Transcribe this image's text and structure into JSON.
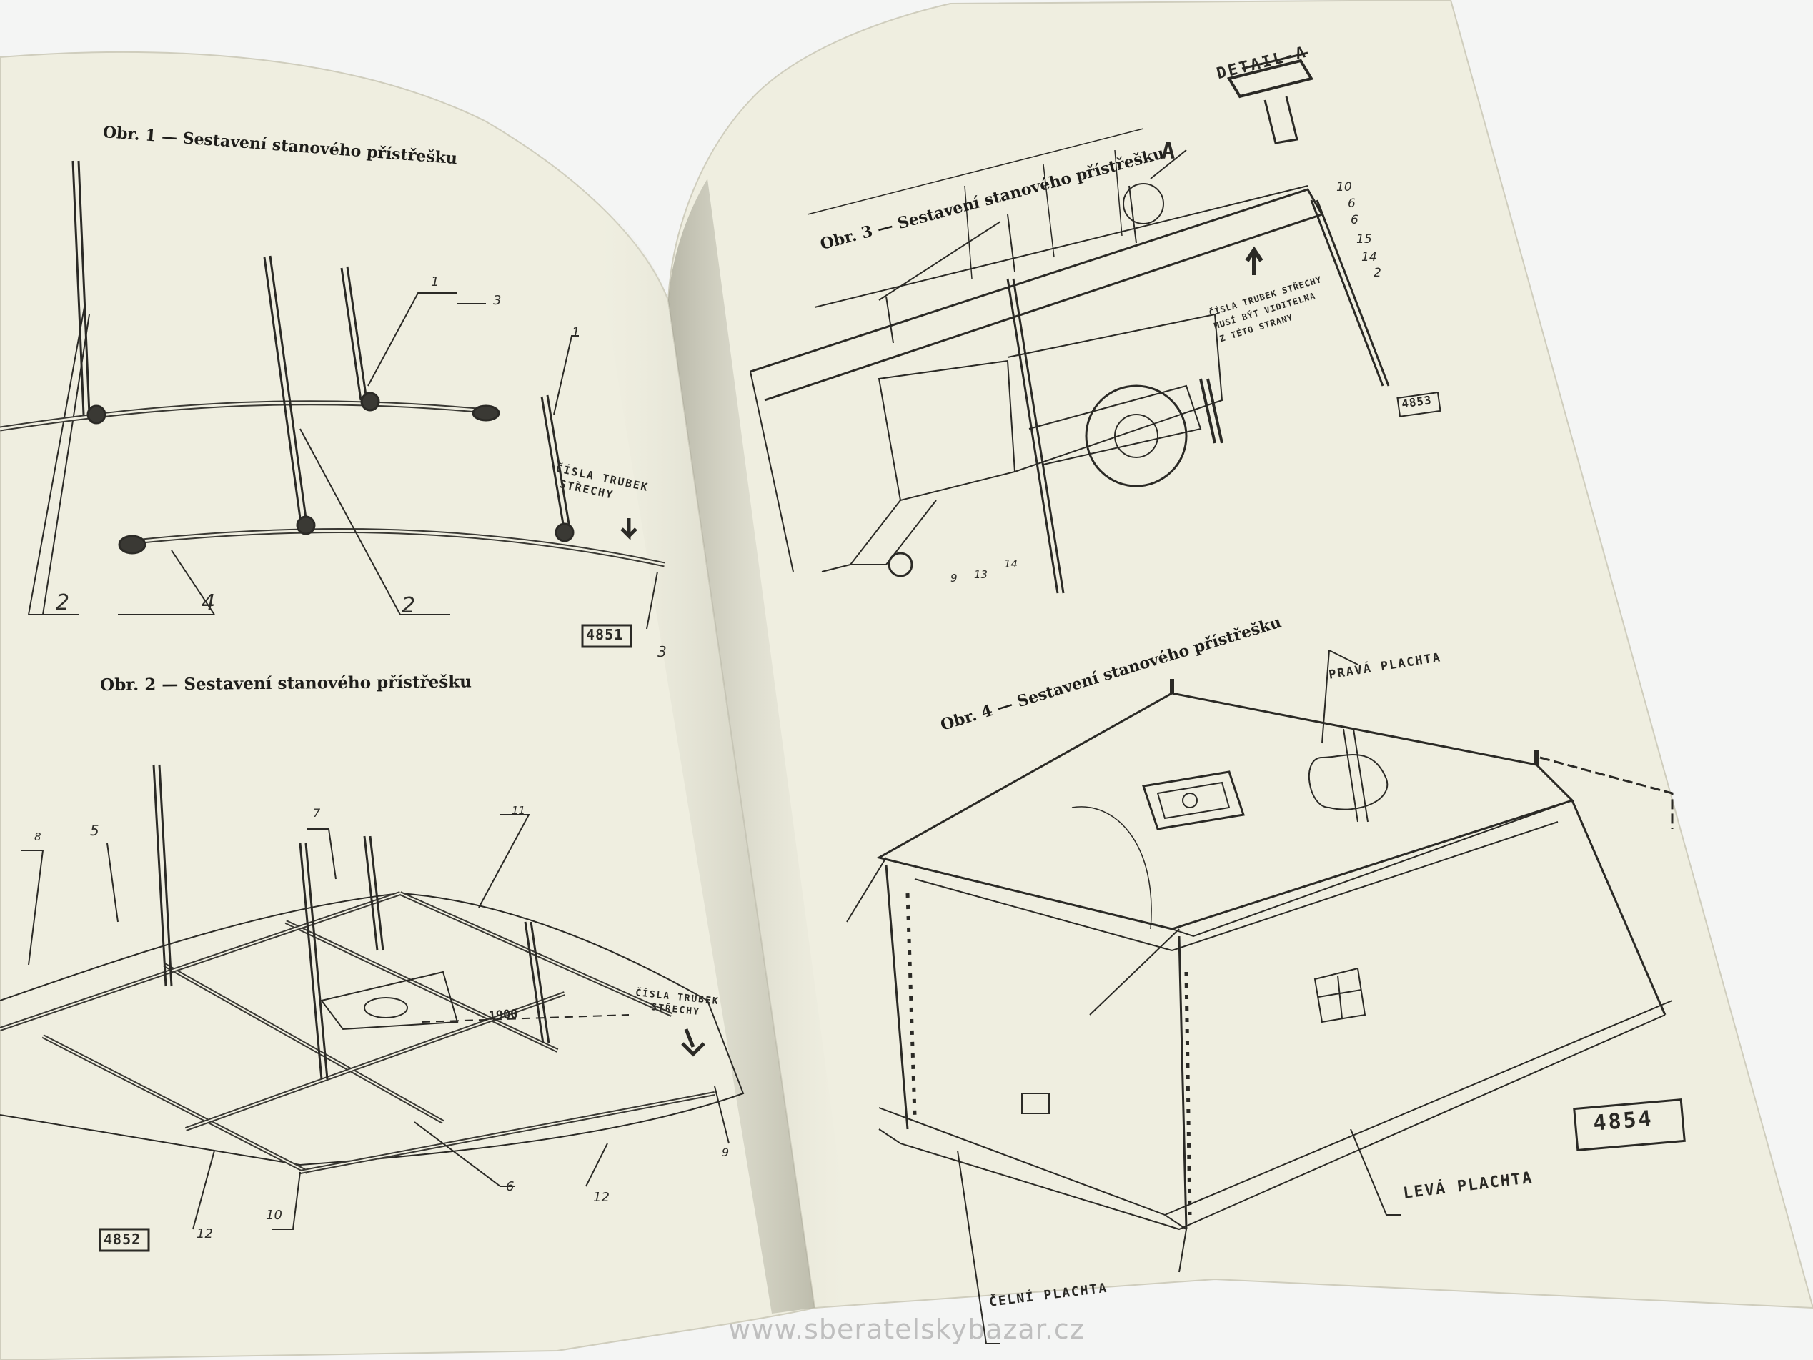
{
  "left_page": {
    "fig1": {
      "caption": "Obr. 1 — Sestavení stanového přístřešku",
      "note_line1": "ČÍSLA TRUBEK",
      "note_line2": "STŘECHY",
      "labels": [
        "1",
        "3",
        "1",
        "2",
        "4",
        "2",
        "3"
      ],
      "figure_number": "4851"
    },
    "fig2": {
      "caption": "Obr. 2 — Sestavení stanového přístřešku",
      "note_line1": "ČÍSLA TRUBEK",
      "note_line2": "STŘECHY",
      "dimension": "1900",
      "labels": [
        "8",
        "5",
        "7",
        "11",
        "12",
        "10",
        "6",
        "12",
        "9"
      ],
      "figure_number": "4852"
    }
  },
  "right_page": {
    "fig3": {
      "caption": "Obr. 3 — Sestavení stanového přístřešku",
      "detail_label": "DETAIL-A",
      "detail_marker": "A",
      "note_line1": "ČÍSLA TRUBEK STŘECHY",
      "note_line2": "MUSÍ BÝT VIDITELNA",
      "note_line3": "Z TÉTO STRANY",
      "labels_right": [
        "10",
        "6",
        "6",
        "15",
        "14",
        "2"
      ],
      "labels_bottom": [
        "9",
        "13",
        "14"
      ],
      "figure_number": "4853"
    },
    "fig4": {
      "caption": "Obr. 4 — Sestavení stanového přístřešku",
      "right_canvas": "PRAVÁ PLACHTA",
      "left_canvas": "LEVÁ PLACHTA",
      "front_canvas": "ČELNÍ PLACHTA",
      "figure_number": "4854"
    }
  },
  "watermark": "www.sberatelskybazar.cz"
}
